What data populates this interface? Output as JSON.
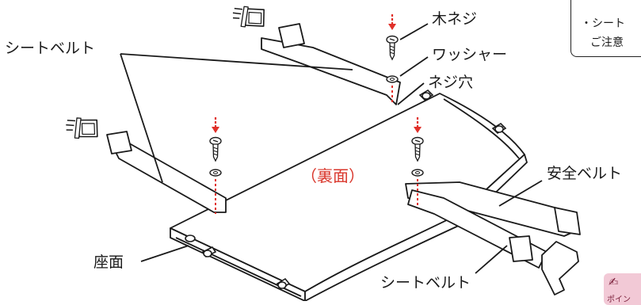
{
  "labels": {
    "seatbelt_top_left": "シートベルト",
    "wood_screw": "木ネジ",
    "washer": "ワッシャー",
    "screw_hole": "ネジ穴",
    "back_side": "（裏面）",
    "safety_belt": "安全ベルト",
    "seat": "座面",
    "seatbelt_bottom": "シートベルト"
  },
  "note": {
    "line1": "・シート",
    "line2": "ご注意"
  },
  "badge": {
    "text": "ポイン"
  },
  "colors": {
    "arrow": "#e0302a",
    "outline": "#1a1a1a",
    "label_red": "#d9362b",
    "badge": "#f2c9d6"
  }
}
